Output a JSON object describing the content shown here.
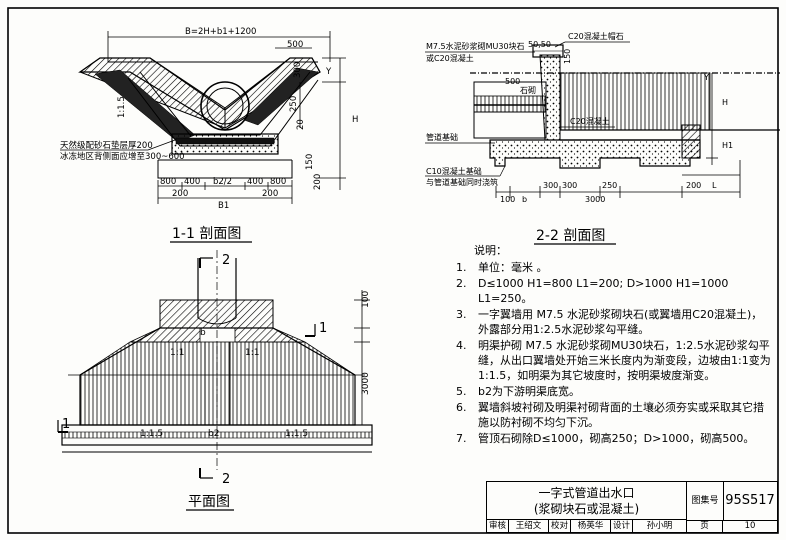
{
  "section11": {
    "title": "1-1 剖面图",
    "dim_top": "B=2H+b1+1200",
    "dim_500": "500",
    "dim_y": "Y",
    "dim_300": "300",
    "dim_250": "250",
    "dim_20": "20",
    "dim_h": "H",
    "dim_150": "150",
    "dim_200": "200",
    "dim_slope": "1:1.5",
    "note_a": "天然级配砂石垫层厚200",
    "note_b": "冰冻地区背侧面应增至300~600",
    "bot_800a": "800",
    "bot_400a": "400",
    "bot_b2": "b2/2",
    "bot_400b": "400",
    "bot_800b": "800",
    "bot_200a": "200",
    "bot_200b": "200",
    "bot_b1": "B1"
  },
  "section22": {
    "title": "2-2 剖面图",
    "lbl_stone": "M7.5水泥砂浆砌MU30块石",
    "lbl_stone2": "或C20混凝土",
    "lbl_5050": "50,50",
    "lbl_cap": "C20混凝土帽石",
    "lbl_150": "150",
    "lbl_500": "500",
    "lbl_paving": "石砌",
    "lbl_base": "管道基础",
    "lbl_c20": "C20混凝土",
    "lbl_c10": "C10混凝土基础",
    "lbl_c10b": "与管道基础同时浇筑",
    "lbl_h": "H",
    "lbl_h1": "H1",
    "lbl_300": "300",
    "lbl_100": "100",
    "lbl_b": "b",
    "lbl_300b": "300",
    "lbl_250": "250",
    "lbl_3000": "3000",
    "lbl_200": "200",
    "lbl_l": "L",
    "lbl_y": "Y"
  },
  "plan": {
    "title": "平面图",
    "cut2_top": "2",
    "cut2_bot": "2",
    "cut1_left": "1",
    "cut1_right": "1",
    "lbl_b": "b",
    "lbl_100": "100",
    "lbl_3000": "3000",
    "lbl_11a": "1:1",
    "lbl_11b": "1:1",
    "lbl_15a": "1:1.5",
    "lbl_15b": "1:1.5",
    "lbl_b2": "b2"
  },
  "notes": {
    "heading": "说明：",
    "items": [
      {
        "n": "1.",
        "t": "单位：毫米 。"
      },
      {
        "n": "2.",
        "t": "D≤1000 H1=800 L1=200; D>1000 H1=1000 L1=250。"
      },
      {
        "n": "3.",
        "t": "一字翼墙用 M7.5 水泥砂浆砌块石(或翼墙用C20混凝土)，外露部分用1:2.5水泥砂浆勾平缝。"
      },
      {
        "n": "4.",
        "t": "明渠护砌 M7.5 水泥砂浆砌MU30块石，1:2.5水泥砂浆勾平缝，从出口翼墙处开始三米长度内为渐变段，边坡由1:1变为1:1.5，如明渠为其它坡度时，按明渠坡度渐变。"
      },
      {
        "n": "5.",
        "t": "b2为下游明渠底宽。"
      },
      {
        "n": "6.",
        "t": "翼墙斜坡衬砌及明渠衬砌背面的土壤必须夯实或采取其它措施以防衬砌不均匀下沉。"
      },
      {
        "n": "7.",
        "t": "管顶石砌除D≤1000，砌高250；D>1000，砌高500。"
      }
    ]
  },
  "titleblock": {
    "title1": "一字式管道出水口",
    "title2": "(浆砌块石或混凝土)",
    "atlas_label": "图集号",
    "atlas_no": "95S517",
    "review": "审核",
    "review_sig": "王绍文",
    "check": "校对",
    "check_sig": "杨英华",
    "design": "设计",
    "design_sig": "孙小明",
    "page_label": "页",
    "page_no": "10"
  }
}
